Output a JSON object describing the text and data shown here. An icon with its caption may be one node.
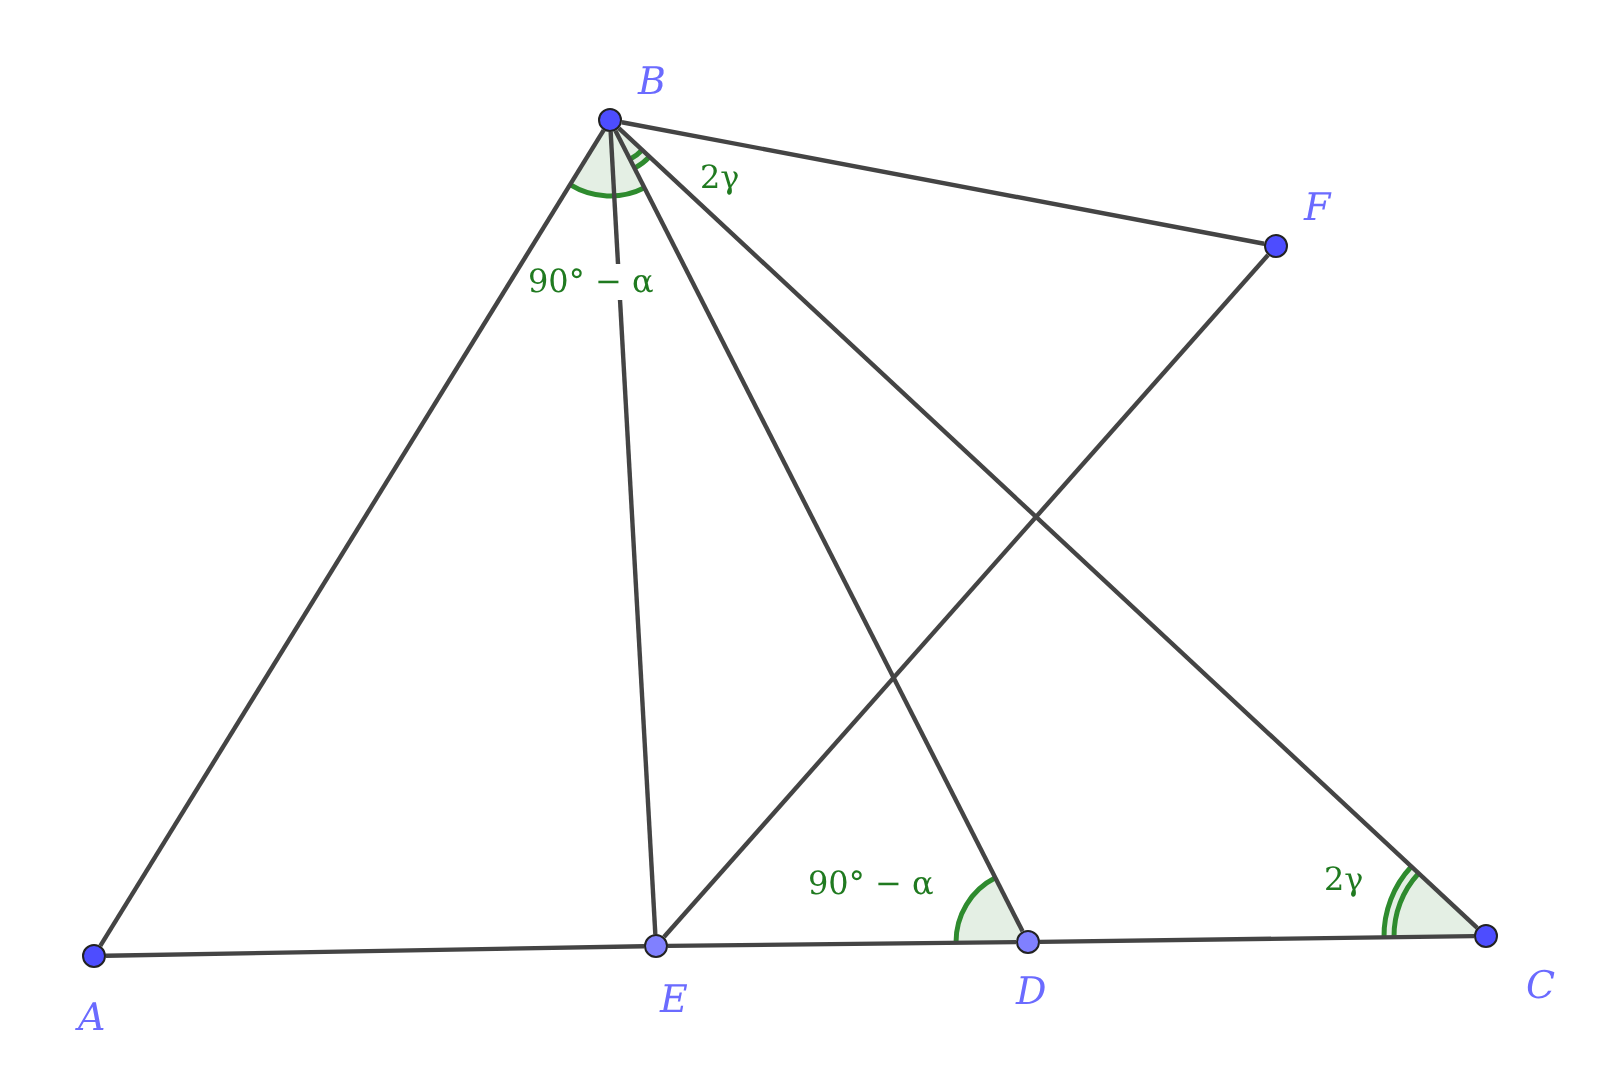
{
  "diagram": {
    "nodes": [
      {
        "text": [],
        "shape": "circle",
        "beside": [
          "A"
        ]
      },
      {
        "text": [],
        "shape": "circle",
        "beside": [
          "B"
        ]
      },
      {
        "text": [],
        "shape": "circle",
        "beside": [
          "C"
        ]
      },
      {
        "text": [],
        "shape": "circle",
        "beside": [
          "D"
        ]
      },
      {
        "text": [],
        "shape": "circle",
        "beside": [
          "E"
        ]
      },
      {
        "text": [],
        "shape": "circle",
        "beside": [
          "F"
        ]
      }
    ],
    "edges": [
      {
        "from": 0,
        "to": 1,
        "arrow": "none"
      },
      {
        "from": 1,
        "to": 4,
        "arrow": "none"
      },
      {
        "from": 1,
        "to": 3,
        "arrow": "none"
      },
      {
        "from": 1,
        "to": 2,
        "arrow": "none"
      },
      {
        "from": 1,
        "to": 5,
        "arrow": "none"
      },
      {
        "from": 5,
        "to": 4,
        "arrow": "none"
      },
      {
        "from": 0,
        "to": 4,
        "arrow": "none"
      },
      {
        "from": 4,
        "to": 3,
        "arrow": "none"
      },
      {
        "from": 3,
        "to": 2,
        "arrow": "none"
      }
    ],
    "labels": [
      "2γ",
      "90° − α",
      "90° − α",
      "2γ"
    ]
  }
}
